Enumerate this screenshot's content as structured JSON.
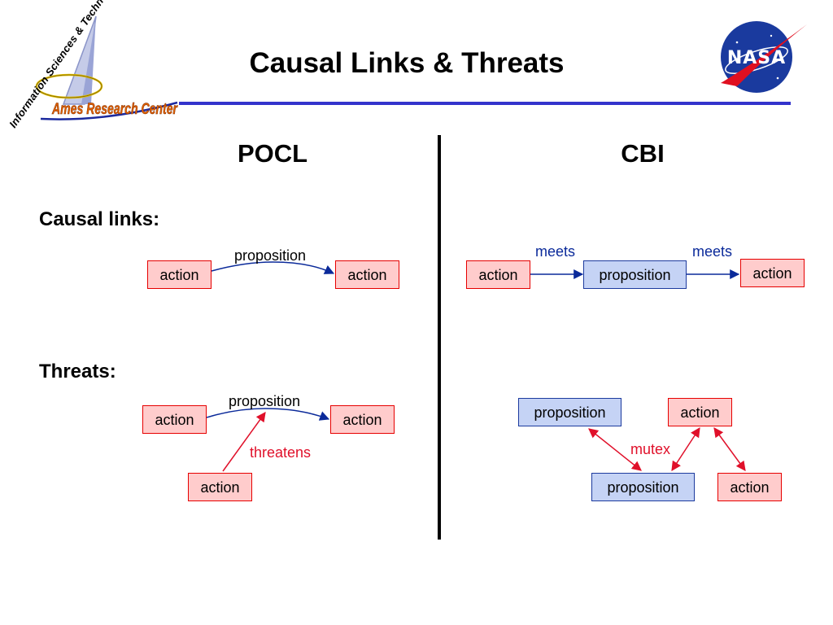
{
  "header": {
    "title": "Causal Links & Threats",
    "org_name": "Ames Research Center",
    "org_tagline": "Information Sciences & Technology",
    "agency_logo_text": "NASA"
  },
  "columns": {
    "left_heading": "POCL",
    "right_heading": "CBI"
  },
  "sections": {
    "causal_links": "Causal links:",
    "threats": "Threats:"
  },
  "pocl": {
    "causal": {
      "source": "action",
      "target": "action",
      "link_label": "proposition"
    },
    "threat": {
      "source": "action",
      "target": "action",
      "link_label": "proposition",
      "threat_node": "action",
      "threat_label": "threatens"
    }
  },
  "cbi": {
    "causal": {
      "source": "action",
      "middle": "proposition",
      "target": "action",
      "label_left": "meets",
      "label_right": "meets"
    },
    "threat": {
      "top_prop": "proposition",
      "top_action": "action",
      "bottom_prop": "proposition",
      "bottom_action": "action",
      "mutex_label": "mutex"
    }
  },
  "colors": {
    "action_fill": "#ffcccc",
    "action_border": "#e60000",
    "prop_fill": "#c5d3f5",
    "prop_border": "#1c3a9e",
    "blue_arrow": "#0b2a9a",
    "red_arrow": "#e0102a",
    "header_rule": "#3333cc"
  },
  "icons": {
    "ames_logo": "ames-rocket-logo-icon",
    "nasa_logo": "nasa-meatball-icon"
  }
}
